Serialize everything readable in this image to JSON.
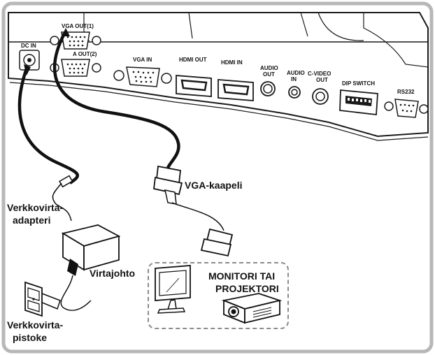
{
  "ports": {
    "dc_in": "DC IN",
    "vga_out1": "VGA OUT(1)",
    "vga_out2": "A OUT(2)",
    "vga_in": "VGA IN",
    "hdmi_out": "HDMI OUT",
    "hdmi_in": "HDMI IN",
    "audio_out_1": "AUDIO",
    "audio_out_2": "OUT",
    "audio_in_1": "AUDIO",
    "audio_in_2": "IN",
    "cvideo_1": "C-VIDEO",
    "cvideo_2": "OUT",
    "dip_switch": "DIP SWITCH",
    "rs232": "RS232"
  },
  "labels": {
    "adapter_1": "Verkkovirta-",
    "adapter_2": "adapteri",
    "power_cord": "Virtajohto",
    "vga_cable": "VGA-kaapeli",
    "outlet_1": "Verkkovirta-",
    "outlet_2": "pistoke",
    "display_1": "MONITORI TAI",
    "display_2": "PROJEKTORI"
  },
  "colors": {
    "frame": "#b7b7b7",
    "device_body": "#ffffff",
    "outline": "#1a1a1a",
    "cable": "#111111",
    "dash_box": "#8c8c8c"
  },
  "icons": {
    "power_adapter": "power-adapter-icon",
    "wall_outlet": "wall-outlet-icon",
    "monitor": "monitor-icon",
    "projector": "projector-icon",
    "vga_connector": "vga-connector-icon"
  }
}
